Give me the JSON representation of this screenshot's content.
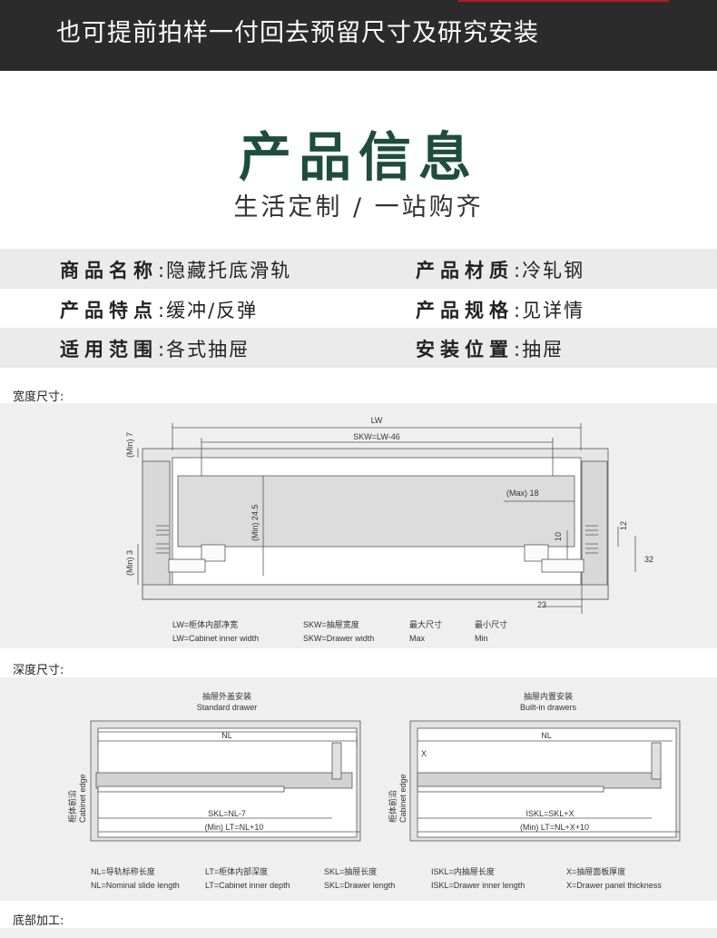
{
  "banner": {
    "text": "也可提前拍样一付回去预留尺寸及研究安装"
  },
  "heading": {
    "title": "产品信息",
    "subtitle": "生活定制 / 一站购齐"
  },
  "info": [
    {
      "key": "商品名称",
      "value": "隐藏托底滑轨"
    },
    {
      "key": "产品材质",
      "value": "冷轧钢"
    },
    {
      "key": "产品特点",
      "value": "缓冲/反弹"
    },
    {
      "key": "产品规格",
      "value": "见详情"
    },
    {
      "key": "适用范围",
      "value": "各式抽屉"
    },
    {
      "key": "安装位置",
      "value": "抽屉"
    }
  ],
  "width_section": {
    "label": "宽度尺寸:",
    "dims": {
      "lw": "LW",
      "skw": "SKW=LW-46",
      "min7": "(Min) 7",
      "min245": "(Min) 24.5",
      "max18": "(Max) 18",
      "min3": "(Min) 3",
      "d10": "10",
      "d12": "12",
      "d32": "32",
      "d23": "23"
    },
    "legend": [
      {
        "cn": "LW=柜体内部净宽",
        "en": "LW=Cabinet inner width"
      },
      {
        "cn": "SKW=抽屉宽度",
        "en": "SKW=Drawer width"
      },
      {
        "cn": "最大尺寸",
        "en": "Max"
      },
      {
        "cn": "最小尺寸",
        "en": "Min"
      }
    ]
  },
  "depth_section": {
    "label": "深度尺寸:",
    "left": {
      "title_cn": "抽屉外盖安装",
      "title_en": "Standard drawer",
      "nl": "NL",
      "skl": "SKL=NL-7",
      "lt": "(Min) LT=NL+10",
      "edge_cn": "柜体前沿",
      "edge_en": "Cabinet edge"
    },
    "right": {
      "title_cn": "抽屉内置安装",
      "title_en": "Built-in drawers",
      "nl": "NL",
      "x": "X",
      "skl": "ISKL=SKL+X",
      "lt": "(Min) LT=NL+X+10",
      "edge_cn": "柜体前沿",
      "edge_en": "Cabinet edge"
    },
    "legend": [
      {
        "cn": "NL=导轨标称长度",
        "en": "NL=Nominal slide length"
      },
      {
        "cn": "LT=柜体内部深度",
        "en": "LT=Cabinet inner depth"
      },
      {
        "cn": "SKL=抽屉长度",
        "en": "SKL=Drawer length"
      },
      {
        "cn": "ISKL=内抽屉长度",
        "en": "ISKL=Drawer inner length"
      },
      {
        "cn": "X=抽屉面板厚度",
        "en": "X=Drawer panel thickness"
      }
    ]
  },
  "bottom_section": {
    "label": "底部加工:"
  }
}
